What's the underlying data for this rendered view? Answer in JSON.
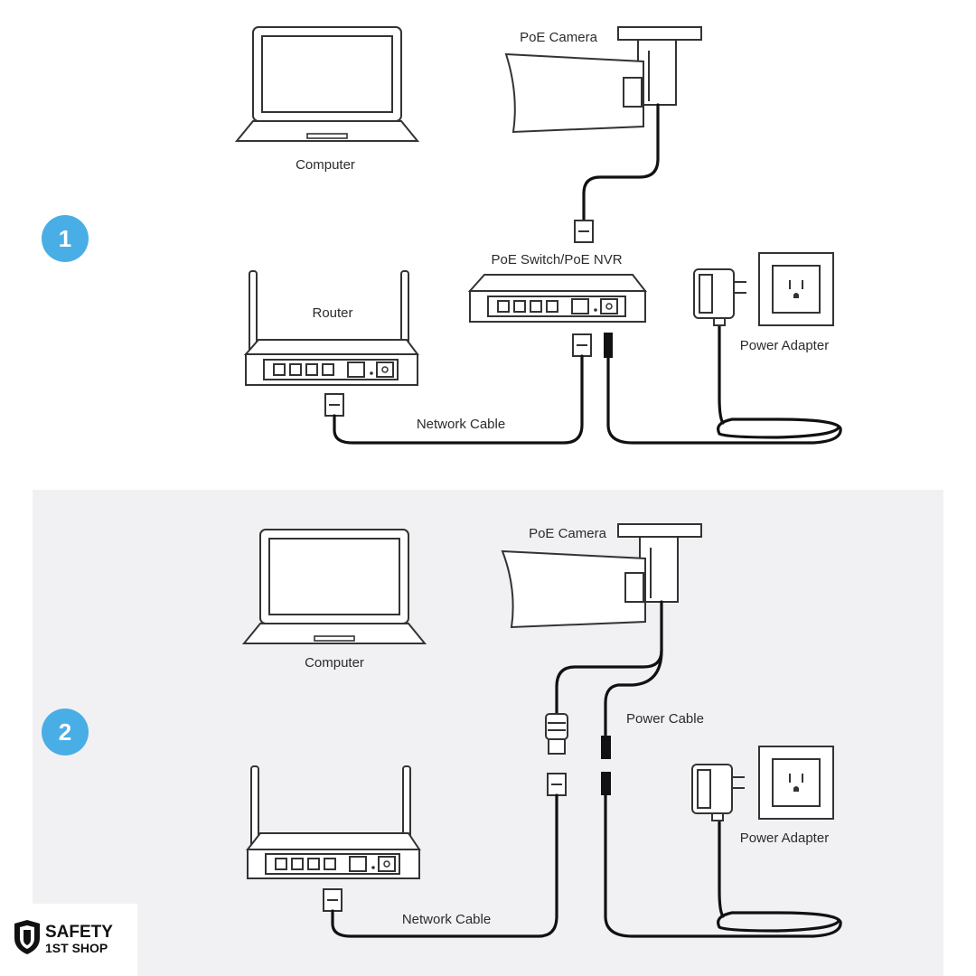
{
  "scenario1": {
    "badge": "1",
    "labels": {
      "computer": "Computer",
      "camera": "PoE Camera",
      "switch": "PoE Switch/PoE NVR",
      "router": "Router",
      "power_adapter": "Power Adapter",
      "network_cable": "Network Cable"
    }
  },
  "scenario2": {
    "badge": "2",
    "labels": {
      "computer": "Computer",
      "camera": "PoE Camera",
      "power_cable": "Power Cable",
      "power_adapter": "Power Adapter",
      "network_cable": "Network Cable"
    }
  },
  "watermark": {
    "line1": "SAFETY",
    "line2": "1ST SHOP"
  },
  "colors": {
    "badge": "#4aaee6",
    "panel2_bg": "#f1f1f4",
    "line": "#333333",
    "cable": "#111111"
  }
}
